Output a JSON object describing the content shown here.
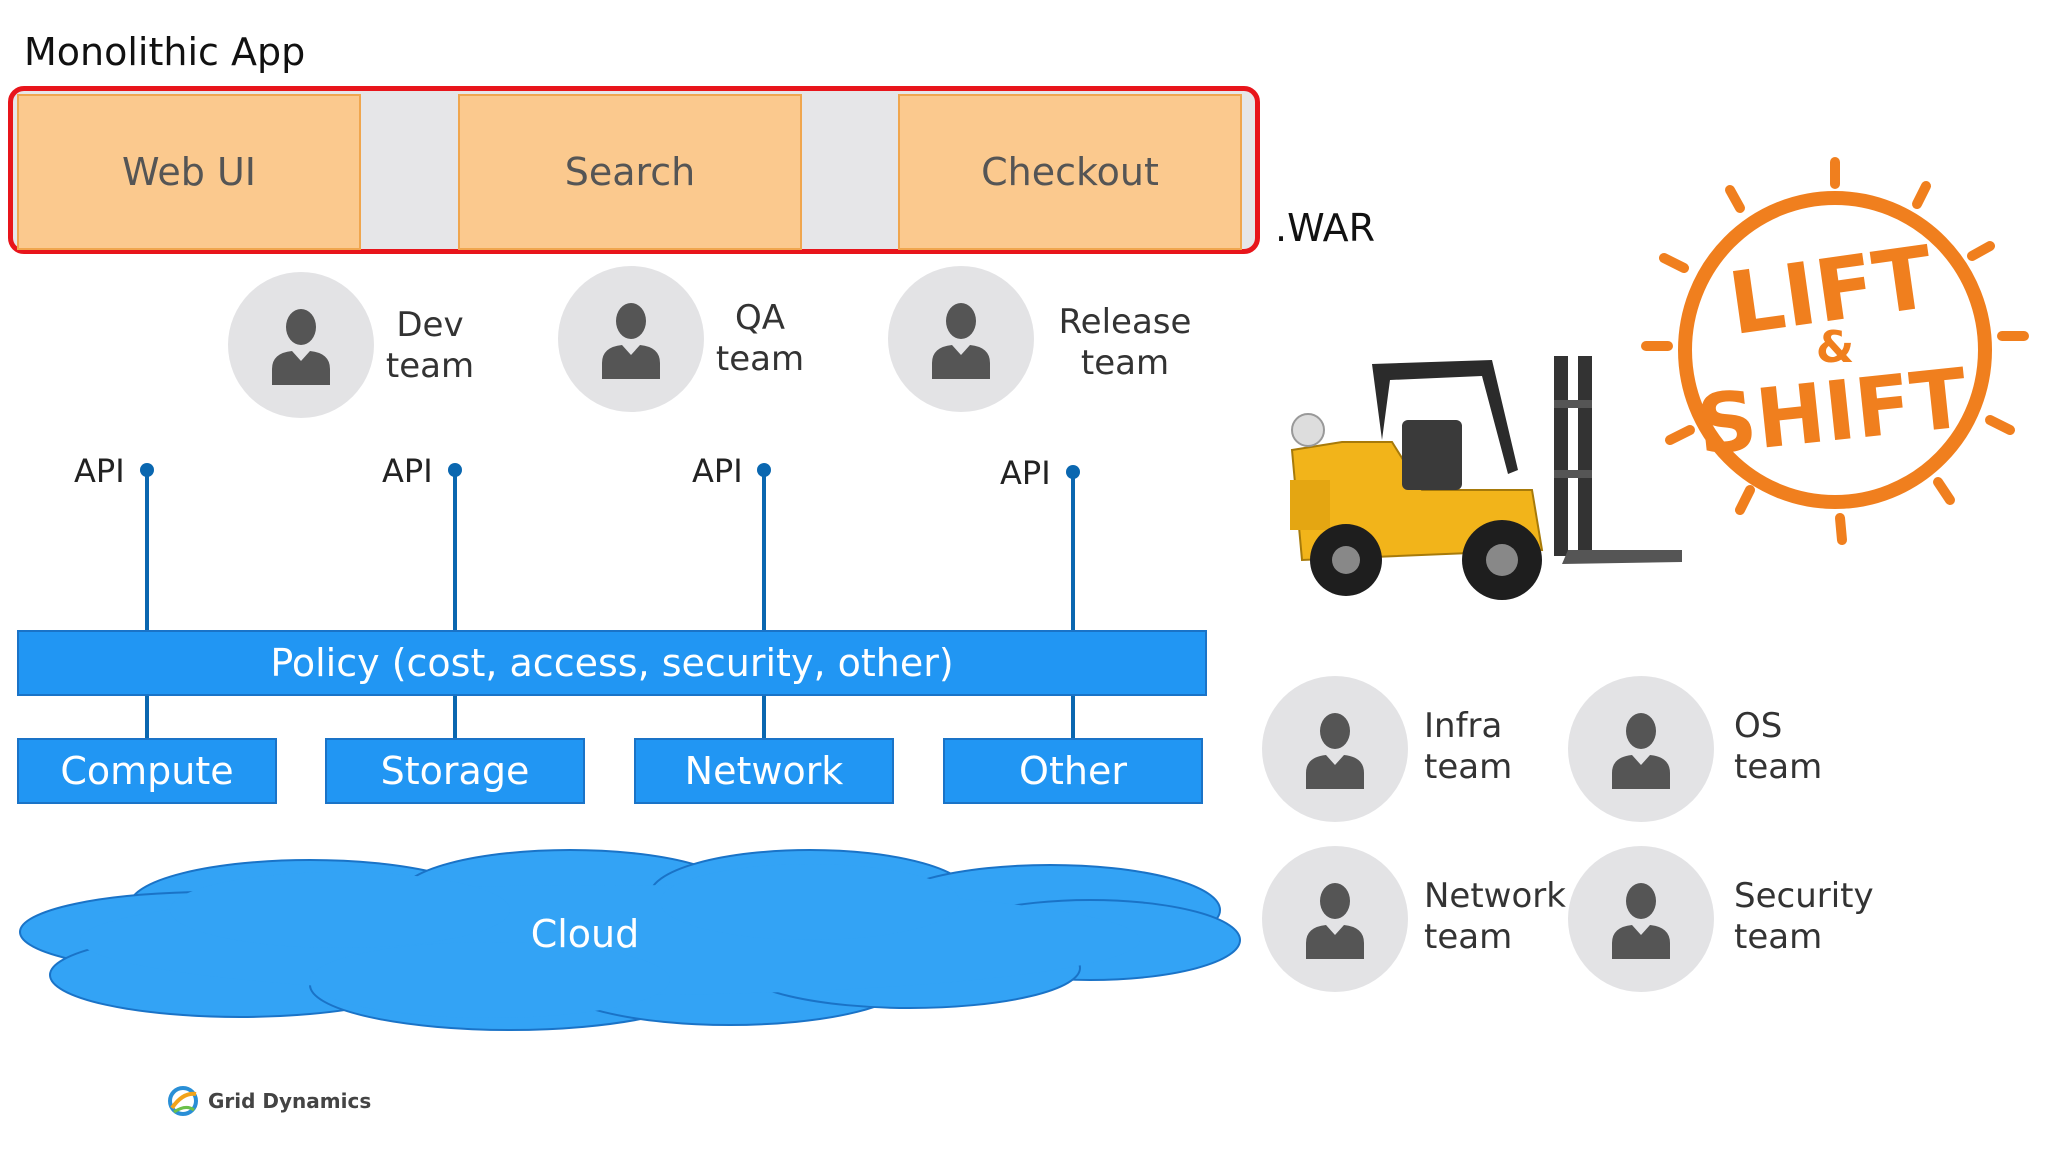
{
  "monolith": {
    "title": "Monolithic App",
    "modules": [
      "Web UI",
      "Search",
      "Checkout"
    ],
    "package": ".WAR"
  },
  "app_teams": [
    {
      "line1": "Dev",
      "line2": "team"
    },
    {
      "line1": "QA",
      "line2": "team"
    },
    {
      "line1": "Release",
      "line2": "team"
    }
  ],
  "apis": [
    "API",
    "API",
    "API",
    "API"
  ],
  "policy": "Policy (cost, access, security, other)",
  "resources": [
    "Compute",
    "Storage",
    "Network",
    "Other"
  ],
  "cloud": "Cloud",
  "infra_teams": [
    {
      "line1": "Infra",
      "line2": "team"
    },
    {
      "line1": "OS",
      "line2": "team"
    },
    {
      "line1": "Network",
      "line2": "team"
    },
    {
      "line1": "Security",
      "line2": "team"
    }
  ],
  "badge": {
    "line1": "LIFT",
    "amp": "&",
    "line2": "SHIFT"
  },
  "brand": "Grid Dynamics",
  "colors": {
    "monolith_border": "#e8151b",
    "module_fill": "#fbc98e",
    "blue": "#2196f3",
    "connector": "#0a67b0",
    "cloud": "#33a3f5",
    "badge": "#f07f1e"
  }
}
